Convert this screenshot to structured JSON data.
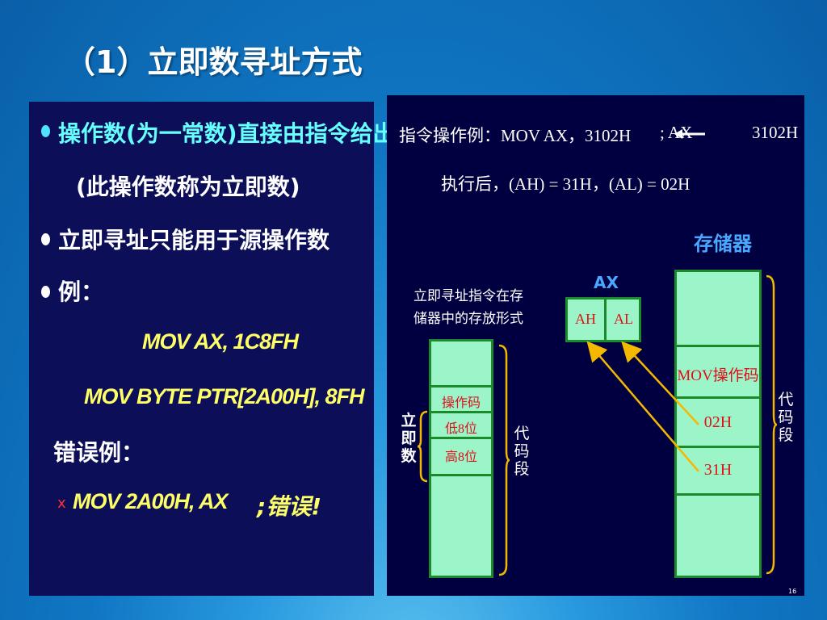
{
  "title": "（1）立即数寻址方式",
  "left": {
    "line1": "操作数(为一常数)直接由指令给出",
    "line2": "(此操作数称为立即数)",
    "line3": "立即寻址只能用于源操作数",
    "line4": "例：",
    "code1": "MOV    AX,  1C8FH",
    "code2": "MOV    BYTE PTR[2A00H], 8FH",
    "error_label": "错误例：",
    "error_mark": "x",
    "error_code": "MOV    2A00H,  AX",
    "error_comment": ";错误!",
    "colors": {
      "bullet1": "#4fe3ff",
      "bullet_other": "#ffffff",
      "line1": "#66ffff",
      "code": "#ffff66"
    }
  },
  "right": {
    "example_line": "指令操作例：MOV AX，3102H",
    "example_comment": ";  AX",
    "example_value": "3102H",
    "result_line": "执行后，(AH) = 31H，(AL) = 02H",
    "memory_label": "存储器",
    "ax_label": "AX",
    "ah_label": "AH",
    "al_label": "AL",
    "form_caption_1": "立即寻址指令在存",
    "form_caption_2": "储器中的存放形式",
    "left_cells": [
      "操作码",
      "低8位",
      "高8位"
    ],
    "immediate_label": "立即数",
    "code_segment_left": "代码段",
    "mem_cells": [
      "MOV操作码",
      "02H",
      "31H"
    ],
    "code_segment_right": "代码段",
    "page_number": "16"
  }
}
